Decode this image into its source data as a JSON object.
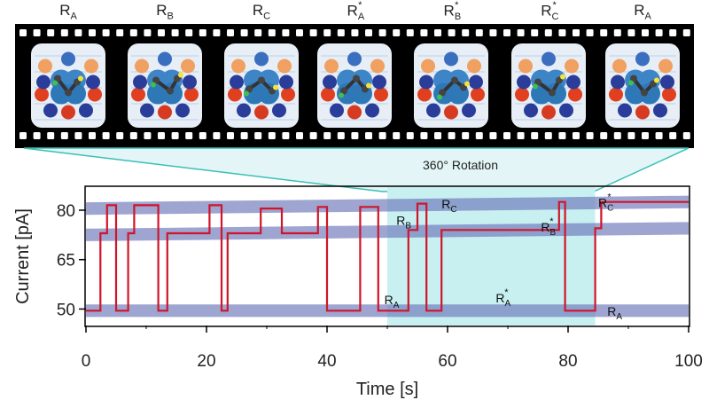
{
  "film_strip": {
    "frames": [
      {
        "label": "R",
        "sub": "A",
        "star": false
      },
      {
        "label": "R",
        "sub": "B",
        "star": false
      },
      {
        "label": "R",
        "sub": "C",
        "star": false
      },
      {
        "label": "R",
        "sub": "A",
        "star": true
      },
      {
        "label": "R",
        "sub": "B",
        "star": true
      },
      {
        "label": "R",
        "sub": "C",
        "star": true
      },
      {
        "label": "R",
        "sub": "A",
        "star": false
      }
    ],
    "rotation_label": "360° Rotation"
  },
  "colors": {
    "trace": "#d0152a",
    "band": "#6a74b8",
    "highlight": "#bfeef0",
    "connector": "#3bbfb5",
    "film": "#000000"
  },
  "chart_data": {
    "type": "line",
    "xlabel": "Time [s]",
    "ylabel": "Current [pA]",
    "xlim": [
      0,
      100
    ],
    "ylim": [
      45,
      87
    ],
    "xticks": [
      0,
      20,
      40,
      60,
      80,
      100
    ],
    "yticks": [
      50,
      65,
      80
    ],
    "highlight_x": [
      50,
      84.5
    ],
    "levels": [
      {
        "name": "RA",
        "y0": 49.5,
        "y1": 49.5
      },
      {
        "name": "RB",
        "y0": 72.5,
        "y1": 74.5
      },
      {
        "name": "RC",
        "y0": 80.5,
        "y1": 82.5
      }
    ],
    "series": [
      {
        "x": [
          0,
          2.4,
          2.4,
          3.5,
          3.5,
          5.0,
          5.0,
          7.0,
          7.0,
          8.0,
          8.0,
          12.0,
          12.0,
          13.5,
          13.5,
          20.5,
          20.5,
          22.5,
          22.5,
          23.5,
          23.5,
          29.0,
          29.0,
          32.5,
          32.5,
          38.5,
          38.5,
          40.0,
          40.0,
          45.5,
          45.5,
          48.5,
          48.5,
          53.5,
          53.5,
          55.0,
          55.0,
          56.5,
          56.5,
          59.0,
          59.0,
          78.5,
          78.5,
          79.5,
          79.5,
          84.5,
          84.5,
          85.5,
          85.5,
          91.0,
          91.0,
          100
        ],
        "y": [
          49.5,
          49.5,
          73,
          73,
          81.5,
          81.5,
          49.5,
          49.5,
          73,
          73,
          81.5,
          81.5,
          49.5,
          49.5,
          73,
          73,
          81.5,
          81.5,
          49.5,
          49.5,
          73,
          73,
          80.5,
          80.5,
          73,
          73,
          81,
          81,
          49.5,
          49.5,
          81,
          81,
          49.5,
          49.5,
          74,
          74,
          82,
          82,
          49.5,
          49.5,
          74,
          74,
          82.5,
          82.5,
          49.5,
          49.5,
          74.5,
          74.5,
          82.5,
          82.5,
          82.5,
          82.5
        ]
      }
    ],
    "annotations": [
      {
        "name": "R",
        "sub": "A",
        "star": false,
        "x": 49.5,
        "y": 51.5
      },
      {
        "name": "R",
        "sub": "B",
        "star": false,
        "x": 51.5,
        "y": 75.5
      },
      {
        "name": "R",
        "sub": "C",
        "star": false,
        "x": 59.0,
        "y": 80.5
      },
      {
        "name": "R",
        "sub": "A",
        "star": true,
        "x": 68.0,
        "y": 52.0
      },
      {
        "name": "R",
        "sub": "B",
        "star": true,
        "x": 75.5,
        "y": 73.5
      },
      {
        "name": "R",
        "sub": "C",
        "star": true,
        "x": 85.0,
        "y": 81.0
      },
      {
        "name": "R",
        "sub": "A",
        "star": false,
        "x": 86.5,
        "y": 48.0
      }
    ]
  }
}
